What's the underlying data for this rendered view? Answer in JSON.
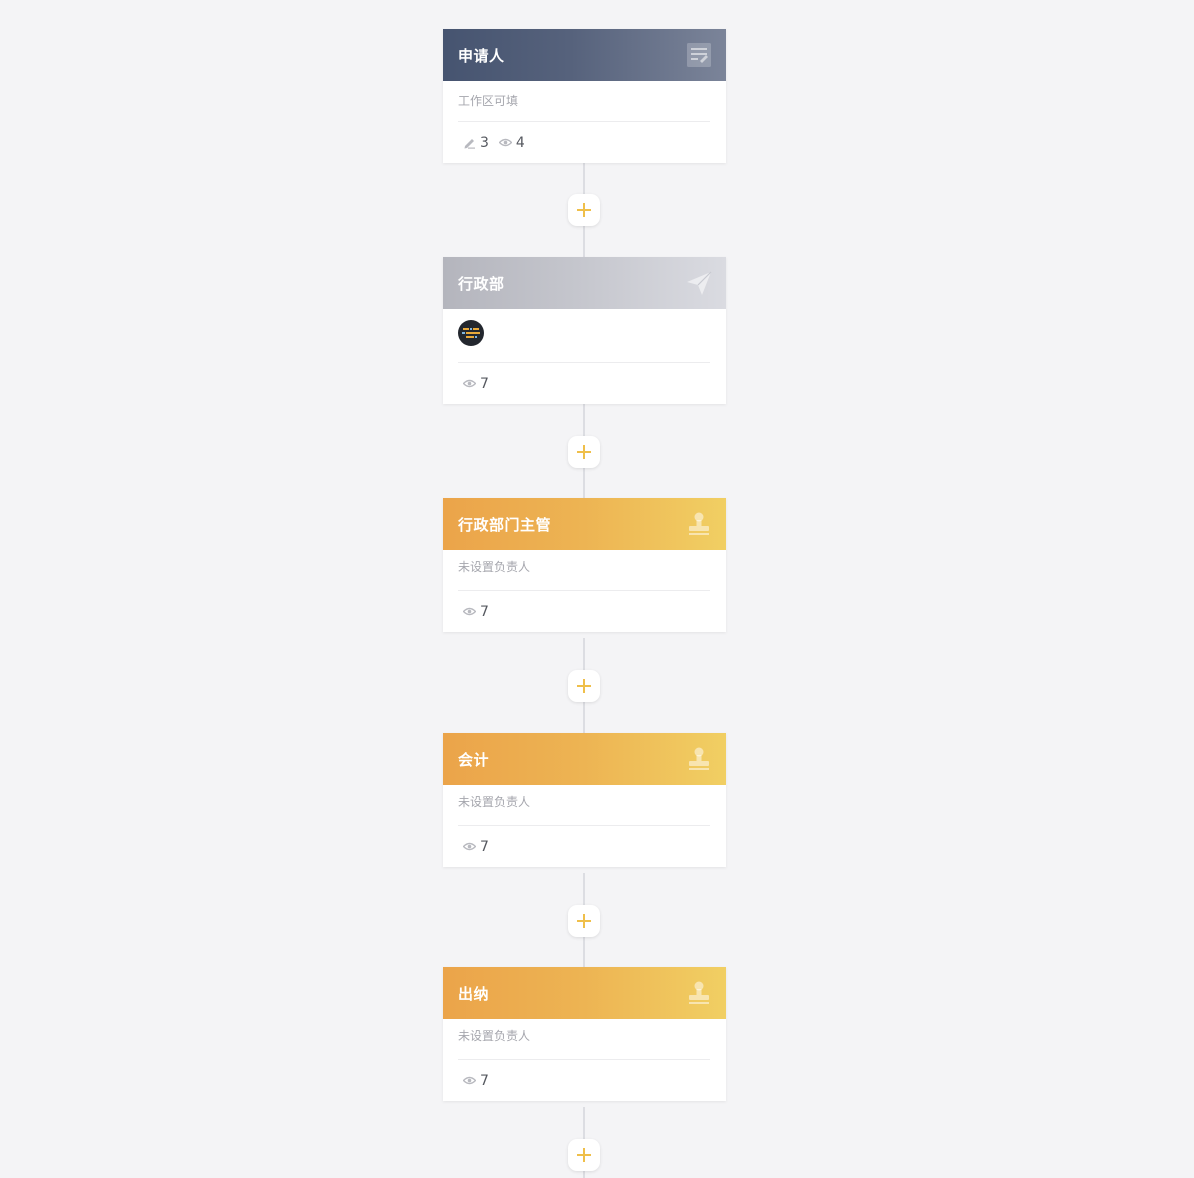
{
  "colors": {
    "background": "#f4f4f6",
    "connector": "#dcdde2",
    "plus": "#efbf4a",
    "applicant_header": "#4a5873",
    "cc_header": "#c3c4cb",
    "approver_header": "#edb453"
  },
  "nodes": [
    {
      "title": "申请人",
      "type": "applicant",
      "icon": "form-icon",
      "subtitle": "工作区可填",
      "edit_count": "3",
      "view_count": "4"
    },
    {
      "title": "行政部",
      "type": "cc",
      "icon": "paper-plane-icon",
      "has_avatar": true,
      "view_count": "7"
    },
    {
      "title": "行政部门主管",
      "type": "approver",
      "icon": "stamp-icon",
      "subtitle": "未设置负责人",
      "view_count": "7"
    },
    {
      "title": "会计",
      "type": "approver",
      "icon": "stamp-icon",
      "subtitle": "未设置负责人",
      "view_count": "7"
    },
    {
      "title": "出纳",
      "type": "approver",
      "icon": "stamp-icon",
      "subtitle": "未设置负责人",
      "view_count": "7"
    }
  ],
  "add_button_icon": "plus-icon"
}
